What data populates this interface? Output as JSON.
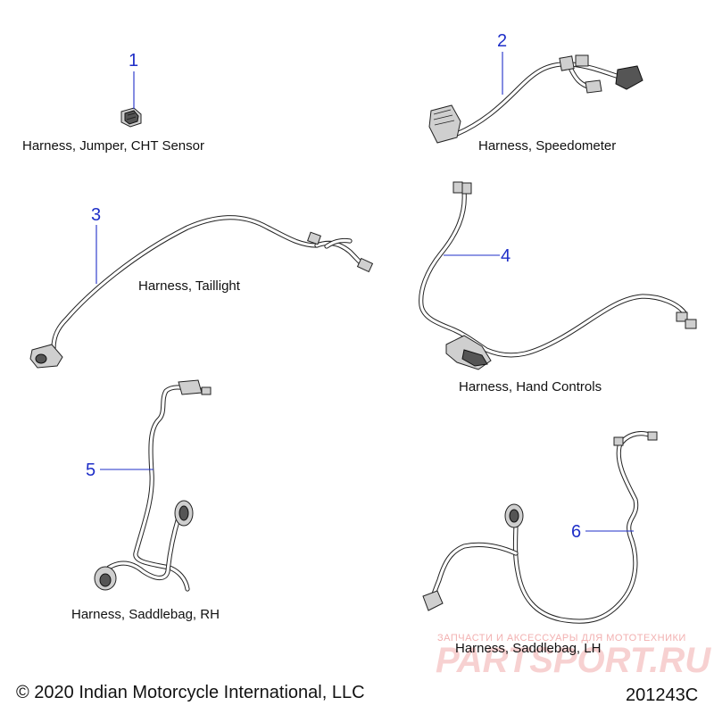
{
  "parts": [
    {
      "number": "1",
      "name": "Harness, Jumper, CHT Sensor"
    },
    {
      "number": "2",
      "name": "Harness, Speedometer"
    },
    {
      "number": "3",
      "name": "Harness, Taillight"
    },
    {
      "number": "4",
      "name": "Harness, Hand Controls"
    },
    {
      "number": "5",
      "name": "Harness, Saddlebag, RH"
    },
    {
      "number": "6",
      "name": "Harness, Saddlebag, LH"
    }
  ],
  "footer": {
    "copyright": "© 2020 Indian Motorcycle International, LLC",
    "diagram_id": "201243C"
  },
  "watermark": {
    "tagline": "ЗАПЧАСТИ И АКСЕССУАРЫ ДЛЯ МОТОТЕХНИКИ",
    "brand": "PARTSPORT.RU"
  },
  "colors": {
    "callout": "#1f2fc8",
    "line_art": "#222222",
    "watermark": "#f2b0b0"
  }
}
